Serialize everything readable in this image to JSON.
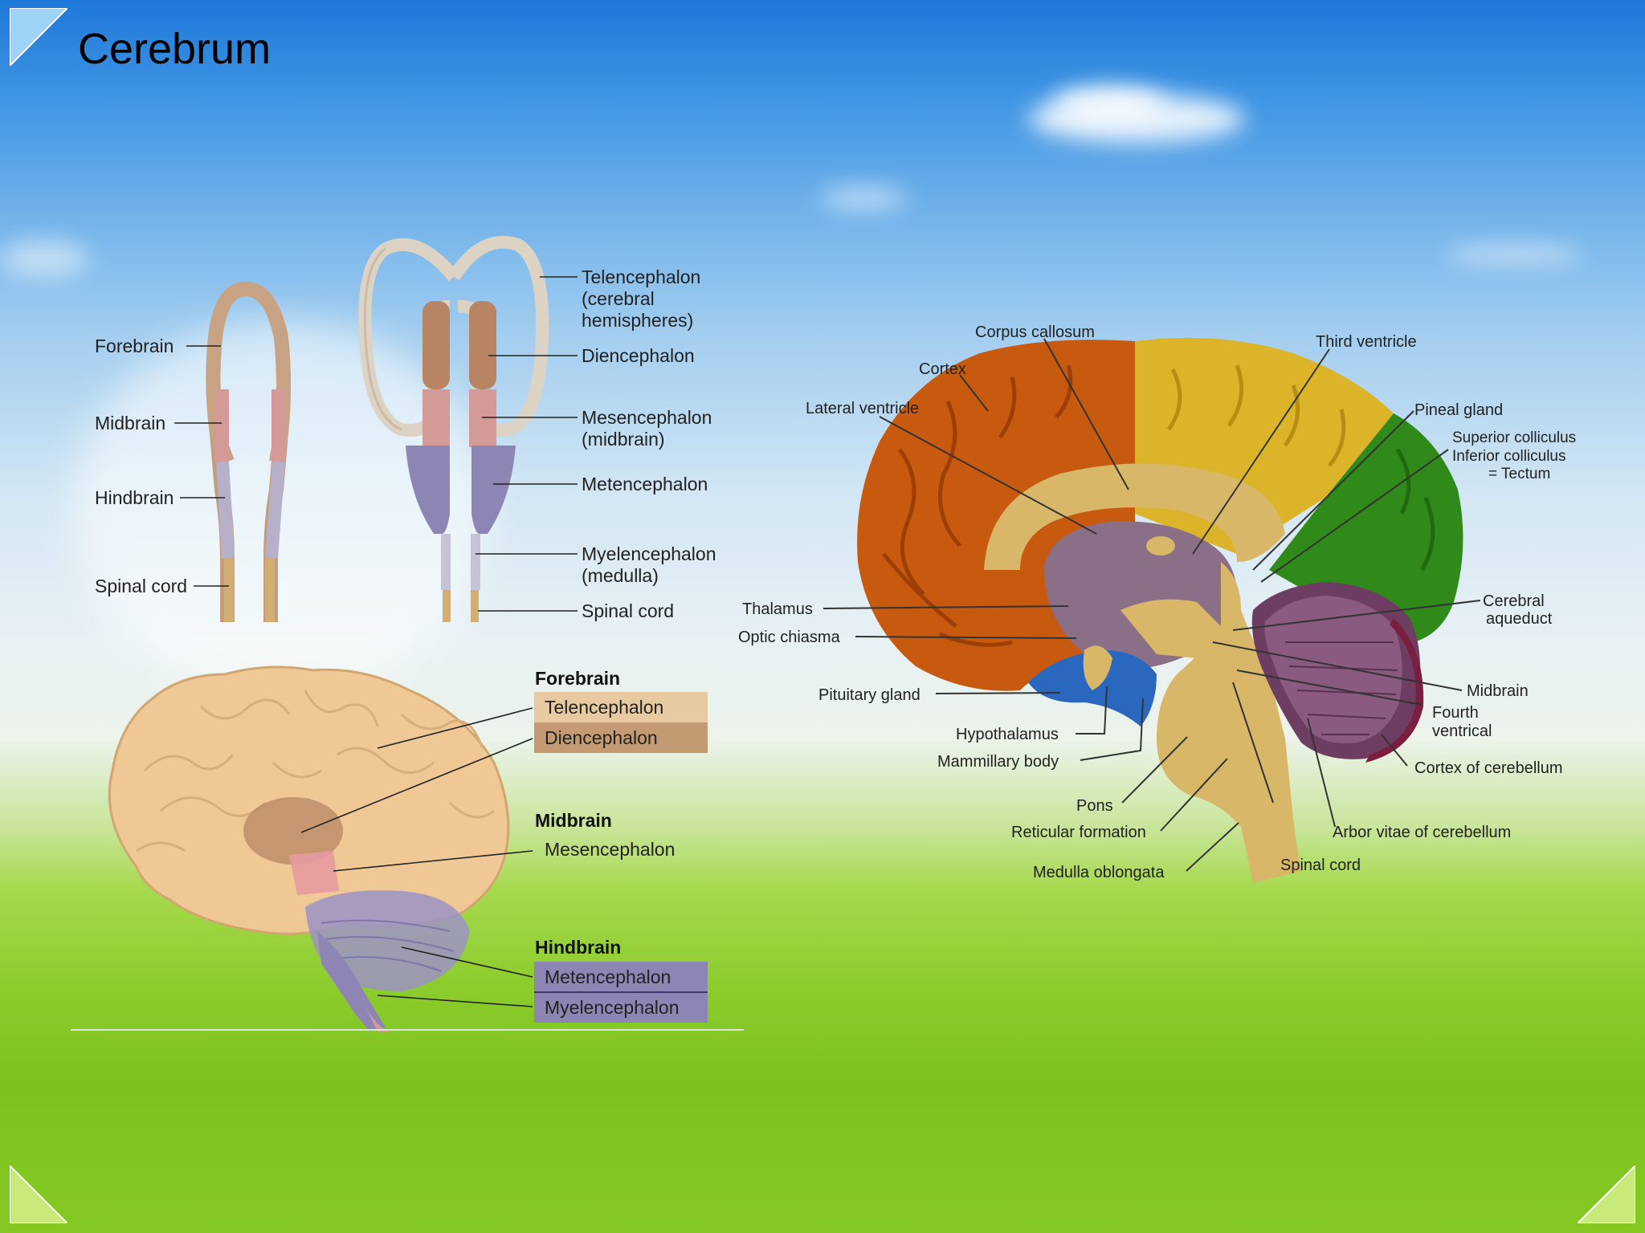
{
  "title": "Cerebrum",
  "embryo_stage1": {
    "forebrain": "Forebrain",
    "midbrain": "Midbrain",
    "hindbrain": "Hindbrain",
    "spinal_cord": "Spinal cord"
  },
  "embryo_stage2": {
    "telencephalon_l1": "Telencephalon",
    "telencephalon_l2": "(cerebral",
    "telencephalon_l3": "hemispheres)",
    "diencephalon": "Diencephalon",
    "mesencephalon_l1": "Mesencephalon",
    "mesencephalon_l2": "(midbrain)",
    "metencephalon": "Metencephalon",
    "myelencephalon_l1": "Myelencephalon",
    "myelencephalon_l2": "(medulla)",
    "spinal_cord": "Spinal cord"
  },
  "adult_legend": {
    "forebrain": {
      "heading": "Forebrain",
      "items": [
        "Telencephalon",
        "Diencephalon"
      ]
    },
    "midbrain": {
      "heading": "Midbrain",
      "items": [
        "Mesencephalon"
      ]
    },
    "hindbrain": {
      "heading": "Hindbrain",
      "items": [
        "Metencephalon",
        "Myelencephalon"
      ]
    }
  },
  "sagittal": {
    "corpus_callosum": "Corpus callosum",
    "third_ventricle": "Third ventricle",
    "cortex": "Cortex",
    "lateral_ventricle": "Lateral ventricle",
    "pineal_gland": "Pineal gland",
    "superior_colliculus": "Superior colliculus",
    "inferior_colliculus": "Inferior colliculus",
    "tectum": "= Tectum",
    "thalamus": "Thalamus",
    "optic_chiasma": "Optic chiasma",
    "cerebral_aqueduct_l1": "Cerebral",
    "cerebral_aqueduct_l2": "aqueduct",
    "pituitary_gland": "Pituitary gland",
    "midbrain": "Midbrain",
    "fourth_ventrical_l1": "Fourth",
    "fourth_ventrical_l2": "ventrical",
    "hypothalamus": "Hypothalamus",
    "mammillary_body": "Mammillary body",
    "cortex_of_cerebellum": "Cortex of cerebellum",
    "pons": "Pons",
    "reticular_formation": "Reticular formation",
    "arbor_vitae": "Arbor vitae of cerebellum",
    "medulla_oblongata": "Medulla oblongata",
    "spinal_cord": "Spinal cord"
  },
  "colors": {
    "cortex_orange": "#c85a10",
    "parietal_yellow": "#dcb42a",
    "occipital_green": "#2f8a1a",
    "cerebellum_purple": "#7a4a6a",
    "brainstem_tan": "#d8b768",
    "hypothalamus_blue": "#2a68c0",
    "ventricle_mauve": "#8a6f86",
    "forebrain_tan": "#c8a383",
    "diencephalon_brown": "#b78563",
    "midbrain_pink": "#d49a98",
    "hindbrain_lavender": "#8d86b4",
    "spinal_cord_gold": "#d2ae72"
  }
}
